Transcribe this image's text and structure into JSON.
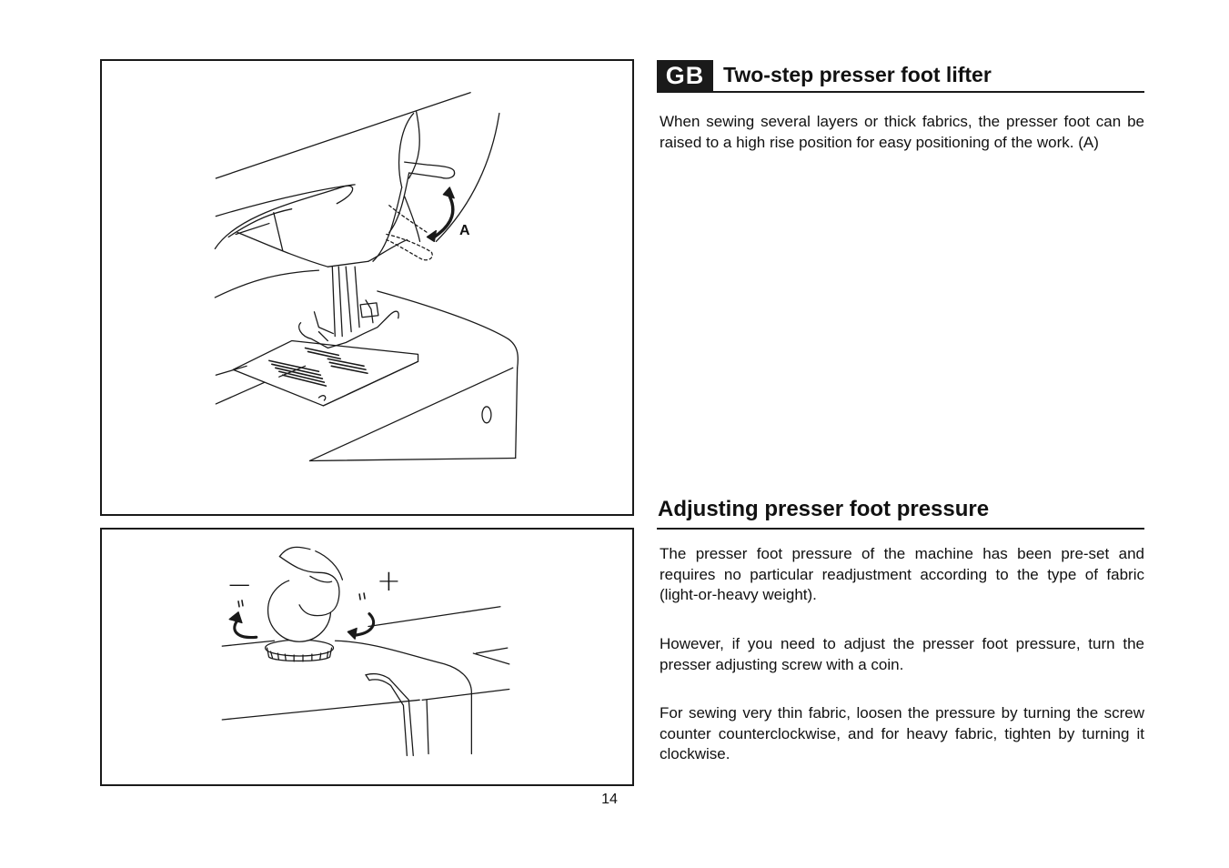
{
  "section_lifter": {
    "badge": "GB",
    "title": "Two-step presser foot lifter",
    "paragraph": "When sewing several layers or thick fabrics, the presser foot can be raised  to a high rise position for easy positioning of the work. (A)"
  },
  "section_pressure": {
    "title": "Adjusting presser foot pressure",
    "paragraphs": [
      "The presser foot pressure of the machine has been pre-set and requires no particular readjustment according to the type of fabric (light-or-heavy weight).",
      "However, if you need to adjust the presser foot pressure, turn the presser adjusting screw with a coin.",
      "For sewing very thin fabric, loosen the pressure by turning the screw counter counterclockwise, and for heavy fabric, tighten by turning it clockwise."
    ]
  },
  "figure_lifter": {
    "label": "A"
  },
  "figure_pressure": {
    "minus_label": "−",
    "plus_label": "+"
  },
  "page_number": "14"
}
